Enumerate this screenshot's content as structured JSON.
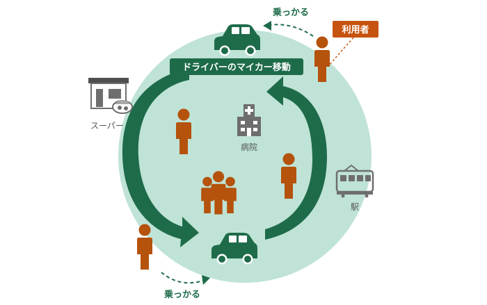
{
  "labels": {
    "ride_top": "乗っかる",
    "ride_bottom": "乗っかる",
    "user_tag": "利用者",
    "banner": "ドライバーのマイカー移動",
    "hospital": "病院",
    "supermarket": "スーパー",
    "station": "駅"
  },
  "colors": {
    "circle": "#bfe3d6",
    "green": "#1e6b4a",
    "green_dark": "#134d35",
    "person": "#b5520c",
    "tag": "#c6530f",
    "gray": "#6e6e6e",
    "gray_dark": "#4f4f4f"
  },
  "icons": {
    "car": "car-icon",
    "person": "person-icon",
    "hospital": "hospital-icon",
    "supermarket": "supermarket-icon",
    "station": "train-icon"
  }
}
